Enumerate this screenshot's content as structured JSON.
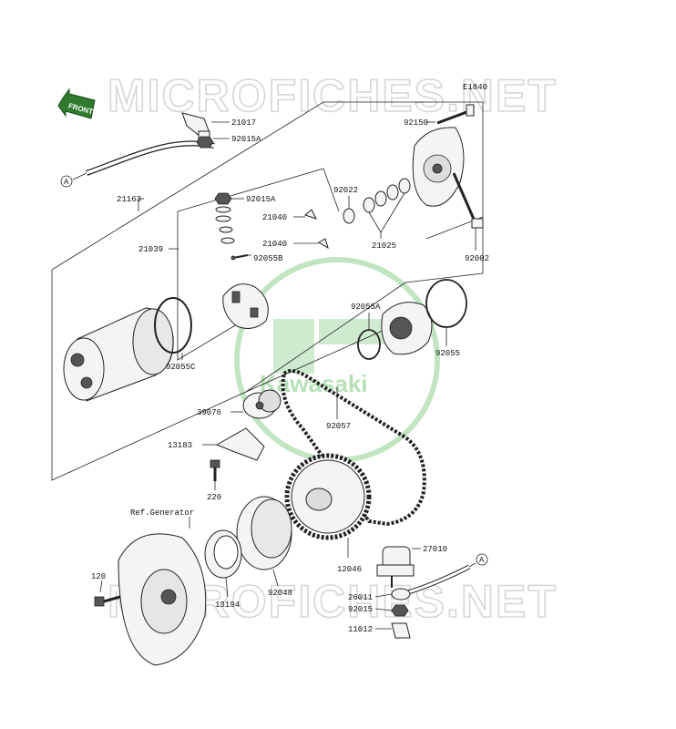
{
  "watermark": {
    "text": "MICROFICHES.NET",
    "brand": "Kawasaki",
    "brand_color": "#69c06b"
  },
  "diagram_code": "E1840",
  "front_tag": "FRONT",
  "ref_text": "Ref.Generator",
  "connector_label": "A",
  "parts": [
    {
      "id": "p21017",
      "label": "21017"
    },
    {
      "id": "p92015a1",
      "label": "92015A"
    },
    {
      "id": "p92150",
      "label": "92150"
    },
    {
      "id": "p21163",
      "label": "21163"
    },
    {
      "id": "p92015a2",
      "label": "92015A"
    },
    {
      "id": "p92022",
      "label": "92022"
    },
    {
      "id": "p21040a",
      "label": "21040"
    },
    {
      "id": "p21039",
      "label": "21039"
    },
    {
      "id": "p21040b",
      "label": "21040"
    },
    {
      "id": "p21025",
      "label": "21025"
    },
    {
      "id": "p92055b",
      "label": "92055B"
    },
    {
      "id": "p92002",
      "label": "92002"
    },
    {
      "id": "p92055a",
      "label": "92055A"
    },
    {
      "id": "p92055",
      "label": "92055"
    },
    {
      "id": "p92055c",
      "label": "92055C"
    },
    {
      "id": "p39076",
      "label": "39076"
    },
    {
      "id": "p92057",
      "label": "92057"
    },
    {
      "id": "p13183",
      "label": "13183"
    },
    {
      "id": "p220",
      "label": "220"
    },
    {
      "id": "p27010",
      "label": "27010"
    },
    {
      "id": "p12046",
      "label": "12046"
    },
    {
      "id": "p120",
      "label": "120"
    },
    {
      "id": "p92048",
      "label": "92048"
    },
    {
      "id": "p26011",
      "label": "26011"
    },
    {
      "id": "p13194",
      "label": "13194"
    },
    {
      "id": "p92015",
      "label": "92015"
    },
    {
      "id": "p11012",
      "label": "11012"
    }
  ]
}
